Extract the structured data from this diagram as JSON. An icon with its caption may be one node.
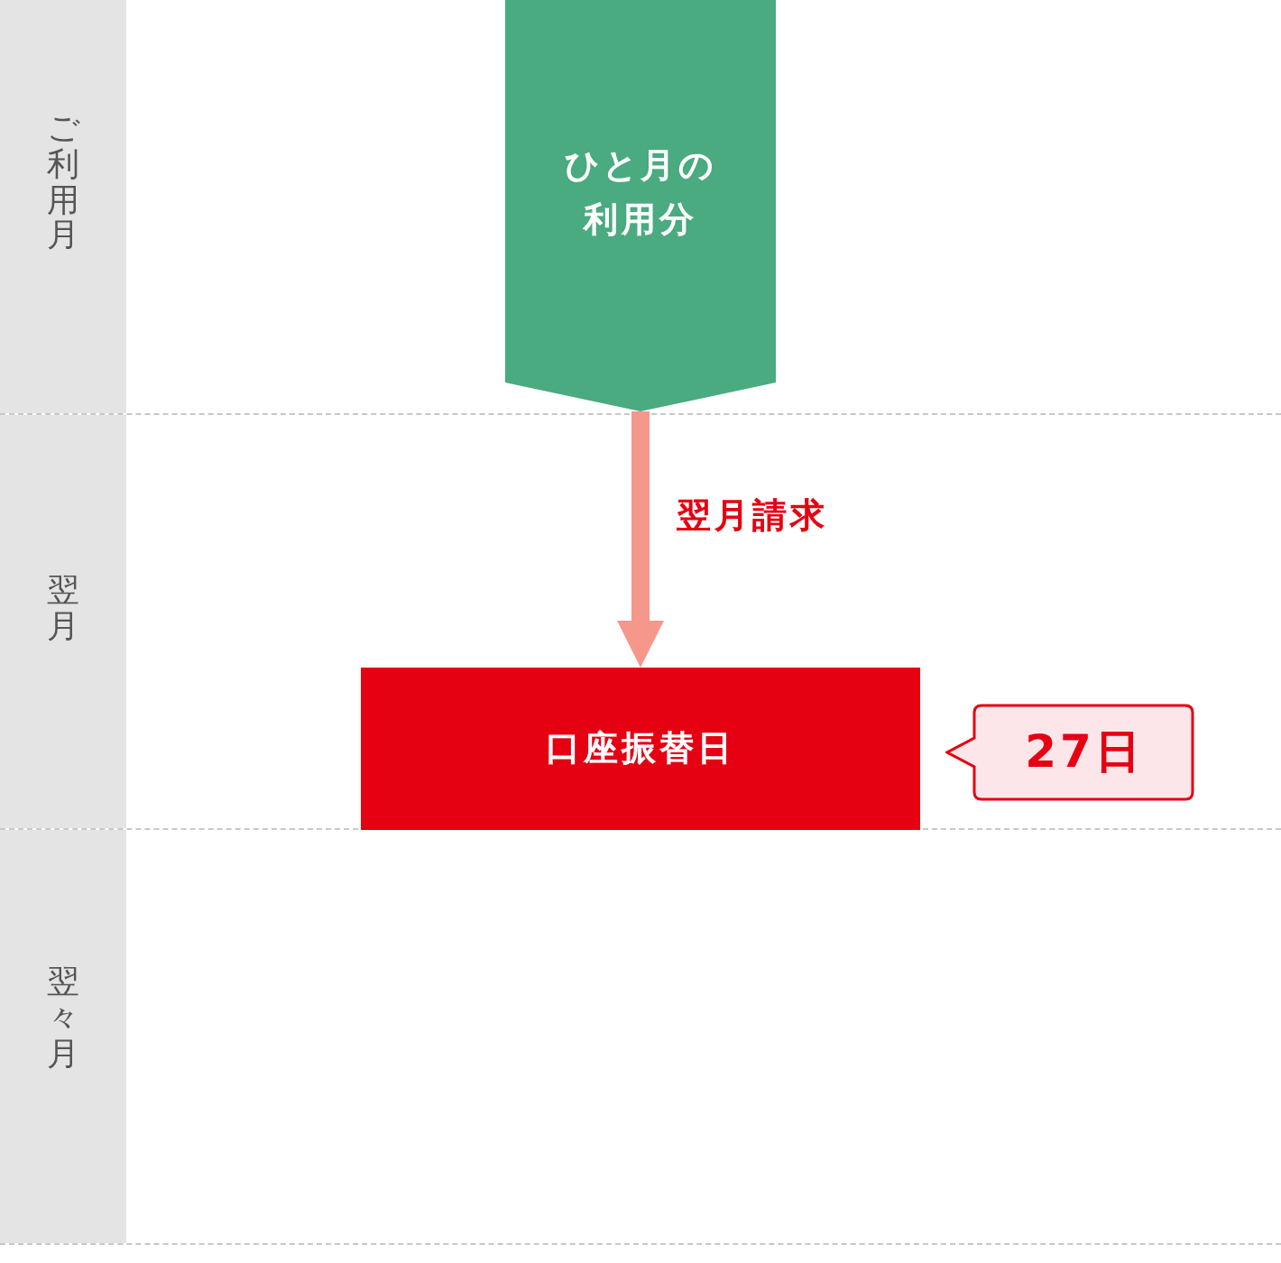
{
  "diagram": {
    "nodes": [
      {
        "text": [
          "ご利用月"
        ]
      },
      {
        "text": [
          "翌月"
        ]
      },
      {
        "text": [
          "翌々月"
        ]
      },
      {
        "text": [
          "ひと月の利用分"
        ],
        "in": 0
      },
      {
        "text": [
          "口座振替日"
        ],
        "in": 1
      },
      {
        "text": [
          "27日"
        ],
        "in": 1
      }
    ],
    "edges": [
      {
        "from": 3,
        "to": 4,
        "arrow": "to",
        "label": "翌月請求",
        "color": "#f5978a"
      }
    ]
  }
}
